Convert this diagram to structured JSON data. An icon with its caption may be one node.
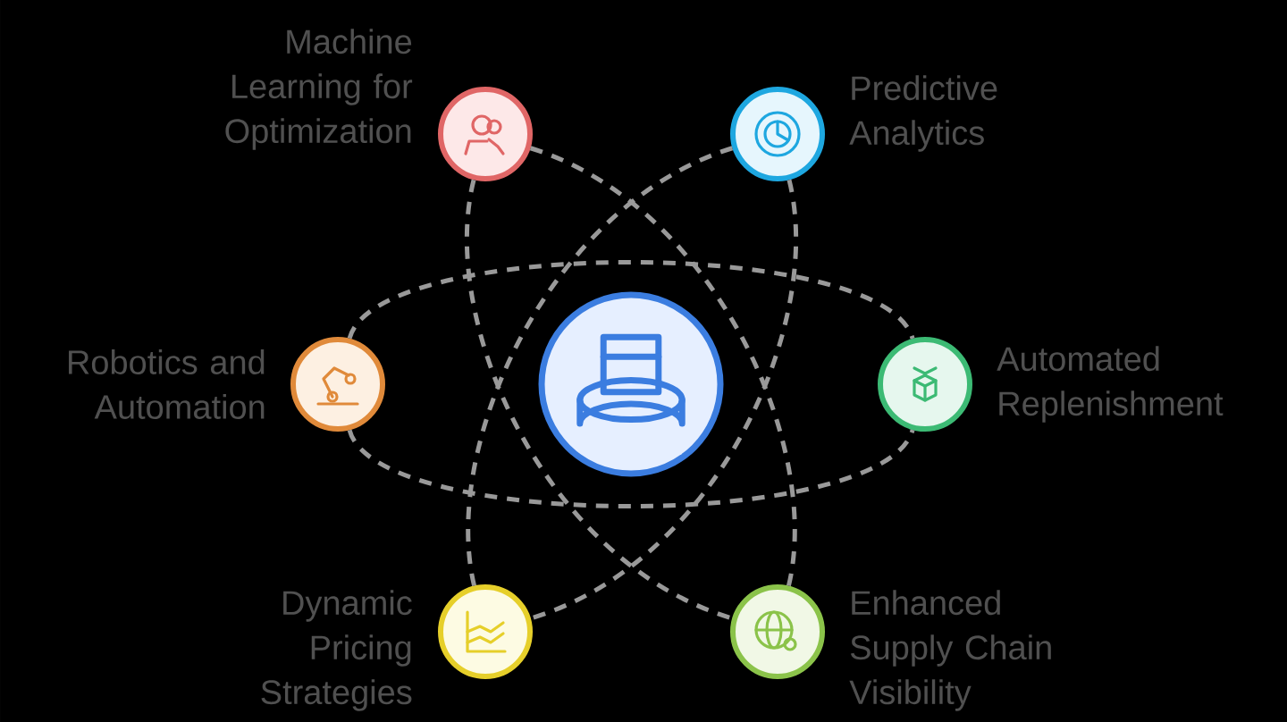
{
  "diagram": {
    "nodes": [
      {
        "text": [
          "Machine Learning for Optimization"
        ]
      },
      {
        "text": [
          "Predictive Analytics"
        ]
      },
      {
        "text": [
          "Robotics and Automation"
        ]
      },
      {
        "text": [],
        "shape": "circle"
      },
      {
        "text": [
          "Automated Replenishment"
        ]
      },
      {
        "text": [
          "Dynamic Pricing Strategies"
        ]
      },
      {
        "text": [
          "Enhanced Supply Chain Visibility"
        ]
      }
    ],
    "edges": [
      {
        "from": 2,
        "to": 4,
        "arrow": "none",
        "style": "dashed"
      },
      {
        "from": 2,
        "to": 4,
        "arrow": "none",
        "style": "dashed"
      },
      {
        "from": 0,
        "to": 6,
        "arrow": "none",
        "style": "dashed"
      },
      {
        "from": 0,
        "to": 6,
        "arrow": "none",
        "style": "dashed"
      },
      {
        "from": 1,
        "to": 5,
        "arrow": "none",
        "style": "dashed"
      },
      {
        "from": 1,
        "to": 5,
        "arrow": "none",
        "style": "dashed"
      }
    ]
  }
}
